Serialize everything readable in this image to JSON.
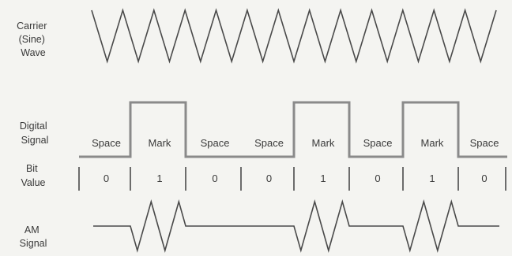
{
  "rows": {
    "carrier": [
      "Carrier",
      "(Sine)",
      "Wave"
    ],
    "digital": [
      "Digital",
      "Signal"
    ],
    "bit": [
      "Bit",
      "Value"
    ],
    "am": [
      "AM",
      "Signal"
    ]
  },
  "segments": [
    {
      "state": "Space",
      "bit": "0"
    },
    {
      "state": "Mark",
      "bit": "1"
    },
    {
      "state": "Space",
      "bit": "0"
    },
    {
      "state": "Space",
      "bit": "0"
    },
    {
      "state": "Mark",
      "bit": "1"
    },
    {
      "state": "Space",
      "bit": "0"
    },
    {
      "state": "Mark",
      "bit": "1"
    },
    {
      "state": "Space",
      "bit": "0"
    }
  ],
  "carrier_cycles": 13,
  "colors": {
    "ink": "#3a3a3a",
    "line": "#4a4a4a",
    "digital_line": "#8a8a8a",
    "background": "#f4f4f1"
  }
}
